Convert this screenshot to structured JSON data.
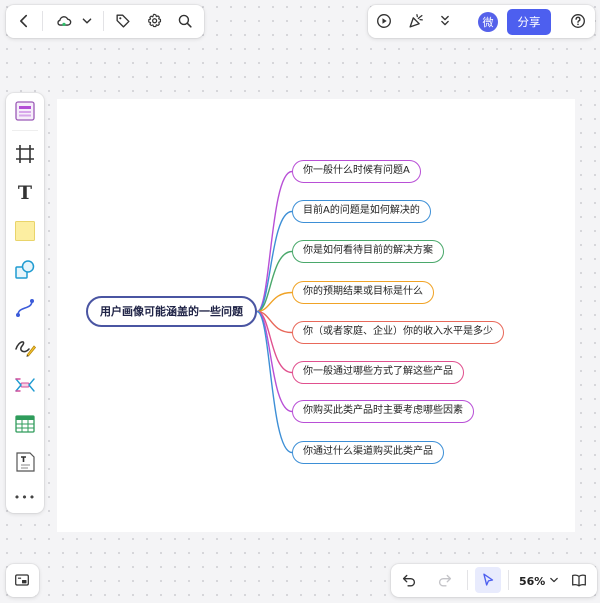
{
  "top_left": {
    "back_icon": "chevron-left-icon",
    "cloud_icon": "cloud-saved-icon",
    "dropdown_icon": "chevron-down-icon",
    "tag_icon": "tag-icon",
    "settings_icon": "gear-icon",
    "search_icon": "search-icon"
  },
  "top_right": {
    "play_icon": "play-icon",
    "celebrate_icon": "party-popper-icon",
    "collapse_icon": "double-chevron-down-icon",
    "avatar_text": "微",
    "share_label": "分享",
    "help_icon": "help-icon"
  },
  "left_tools": [
    {
      "name": "template-tool",
      "icon": "template-icon"
    },
    {
      "name": "frame-tool",
      "icon": "frame-icon"
    },
    {
      "name": "text-tool",
      "icon": "text-icon",
      "glyph": "T"
    },
    {
      "name": "sticky-note-tool",
      "icon": "sticky-note-icon"
    },
    {
      "name": "shape-tool",
      "icon": "shape-icon"
    },
    {
      "name": "connector-tool",
      "icon": "connector-icon"
    },
    {
      "name": "pen-tool",
      "icon": "pen-icon"
    },
    {
      "name": "mindmap-tool",
      "icon": "mindmap-icon"
    },
    {
      "name": "table-tool",
      "icon": "table-icon"
    },
    {
      "name": "text-doc-tool",
      "icon": "text-doc-icon",
      "glyph": "T"
    },
    {
      "name": "more-tools",
      "icon": "more-icon",
      "glyph": "•••"
    }
  ],
  "mindmap": {
    "root": "用户画像可能涵盖的一些问题",
    "branches": [
      {
        "text": "你一般什么时候有问题A",
        "color": "#b84fd6"
      },
      {
        "text": "目前A的问题是如何解决的",
        "color": "#3d8fd6"
      },
      {
        "text": "你是如何看待目前的解决方案",
        "color": "#4aa86b"
      },
      {
        "text": "你的预期结果或目标是什么",
        "color": "#f0a326"
      },
      {
        "text": "你（或者家庭、企业）你的收入水平是多少",
        "color": "#e8685a"
      },
      {
        "text": "你一般通过哪些方式了解这些产品",
        "color": "#e0508e"
      },
      {
        "text": "你购买此类产品时主要考虑哪些因素",
        "color": "#b84fd6"
      },
      {
        "text": "你通过什么渠道购买此类产品",
        "color": "#3d8fd6"
      }
    ]
  },
  "bottom": {
    "minimap_icon": "minimap-icon",
    "undo_icon": "undo-icon",
    "redo_icon": "redo-icon",
    "select_icon": "cursor-icon",
    "zoom_level": "56%",
    "zoom_dropdown_icon": "chevron-down-icon",
    "book_icon": "book-icon"
  },
  "colors": {
    "accent": "#4d5fef",
    "root_border": "#4a55a2"
  }
}
